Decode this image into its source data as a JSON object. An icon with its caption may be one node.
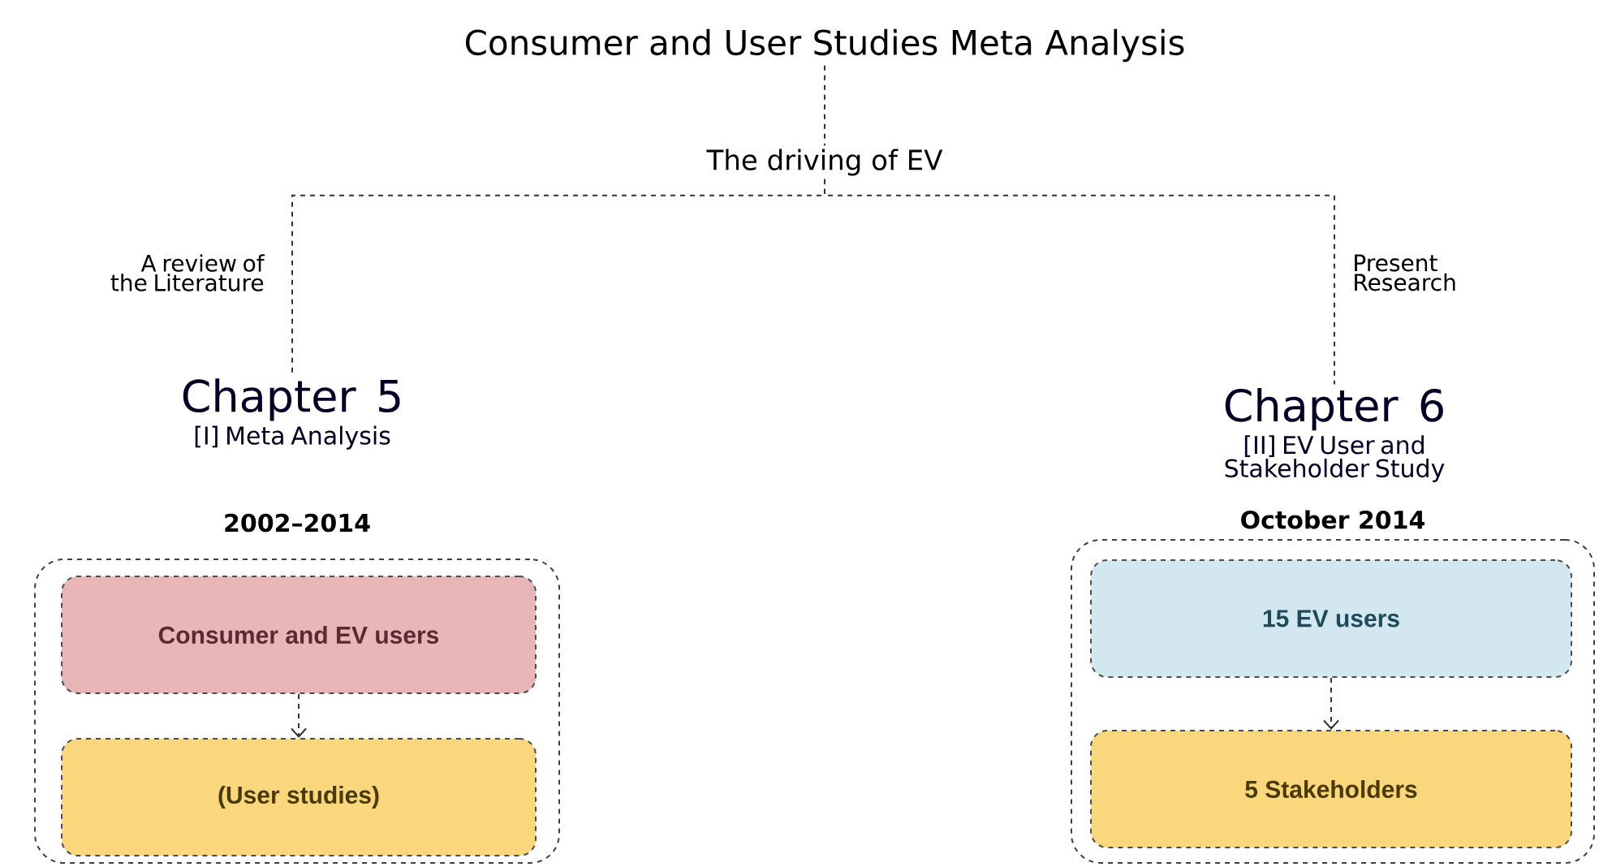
{
  "diagram": {
    "nodes": [
      {
        "text": [
          "Consumer and User Studies Meta Analysis"
        ]
      },
      {
        "text": [
          "The driving of EV"
        ]
      },
      {
        "text": [
          "Chapter 5",
          "[I] Meta Analysis"
        ]
      },
      {
        "text": [
          "2002–2014"
        ]
      },
      {
        "text": [
          "Consumer and EV users"
        ],
        "in": 3
      },
      {
        "text": [
          "(User studies)"
        ],
        "in": 3
      },
      {
        "text": [
          "Chapter 6",
          "[II] EV User and Stakeholder Study"
        ]
      },
      {
        "text": [
          "October 2014"
        ]
      },
      {
        "text": [
          "15 EV users"
        ],
        "in": 7
      },
      {
        "text": [
          "5 Stakeholders"
        ],
        "in": 7
      }
    ],
    "edges": [
      {
        "from": 0,
        "to": 1,
        "arrow": "none",
        "style": "dashed"
      },
      {
        "from": 1,
        "to": 2,
        "arrow": "none",
        "style": "dashed",
        "label": "A review of the Literature"
      },
      {
        "from": 1,
        "to": 6,
        "arrow": "none",
        "style": "dashed",
        "label": "Present Research"
      },
      {
        "from": 4,
        "to": 5,
        "arrow": "to",
        "style": "dashed"
      },
      {
        "from": 8,
        "to": 9,
        "arrow": "to",
        "style": "dashed"
      }
    ]
  }
}
